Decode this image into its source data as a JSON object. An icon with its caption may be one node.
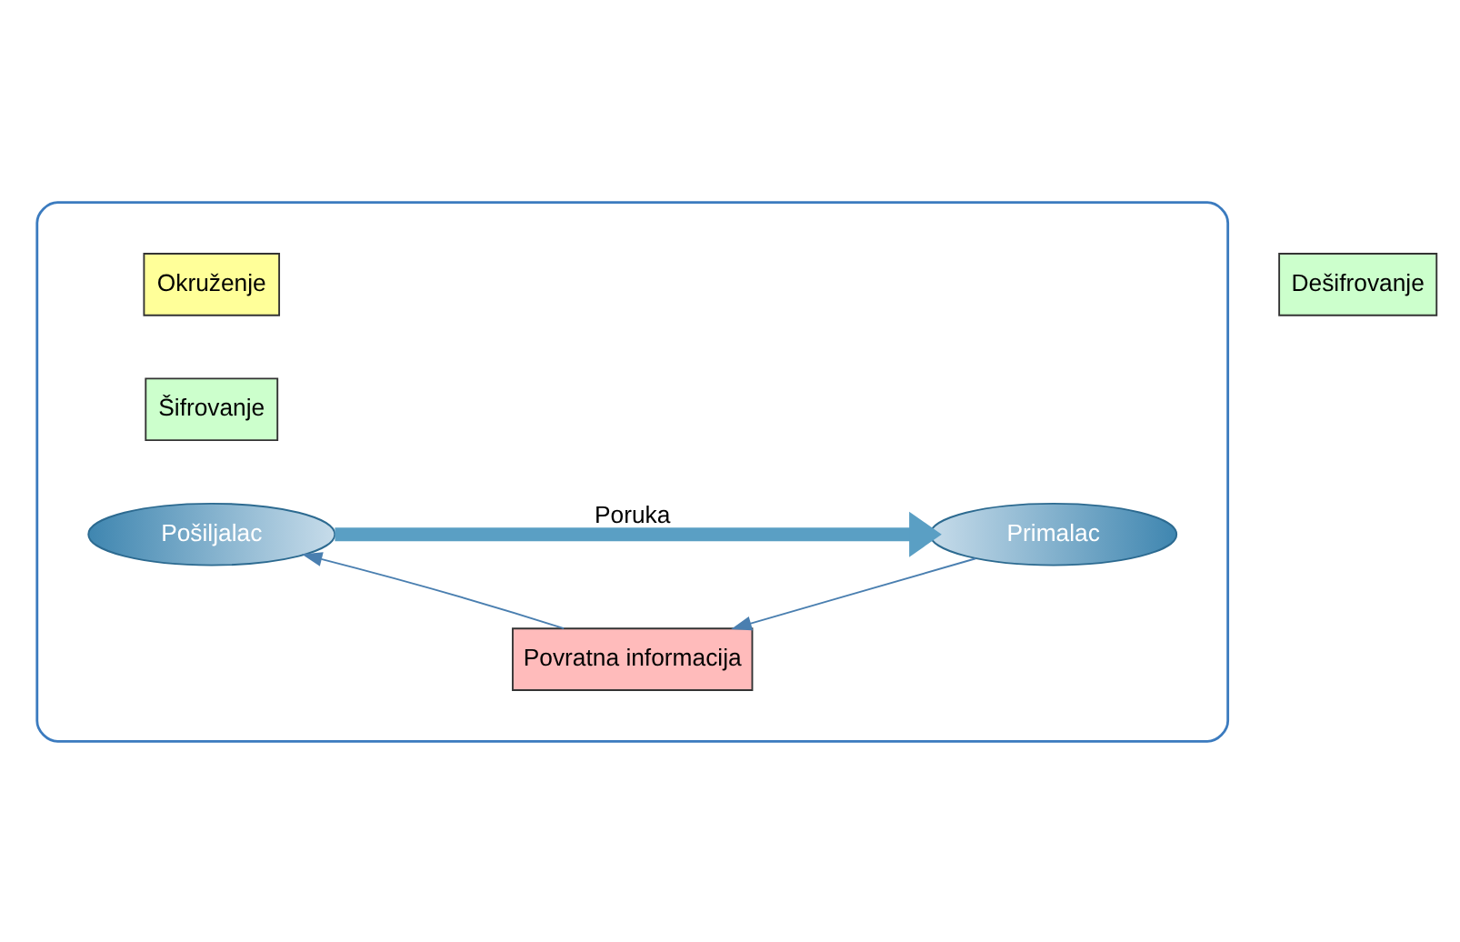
{
  "diagram": {
    "nodes": [
      {
        "text": [],
        "shape": "ellipse"
      },
      {
        "text": [
          "Okruženje"
        ],
        "in": 0
      },
      {
        "text": [
          "Šifrovanje"
        ],
        "in": 0
      },
      {
        "text": [
          "Dešifrovanje"
        ]
      },
      {
        "text": [
          "Pošiljalac"
        ],
        "in": 0
      },
      {
        "text": [
          "Primalac"
        ],
        "in": 0
      },
      {
        "text": [
          "Povratna informacija"
        ],
        "in": 0
      }
    ],
    "edges": [
      {
        "from": 4,
        "to": 5,
        "arrow": "to",
        "label": "Poruka",
        "style": "thick"
      },
      {
        "from": 5,
        "to": 6,
        "arrow": "to"
      },
      {
        "from": 6,
        "to": 4,
        "arrow": "to"
      }
    ]
  }
}
